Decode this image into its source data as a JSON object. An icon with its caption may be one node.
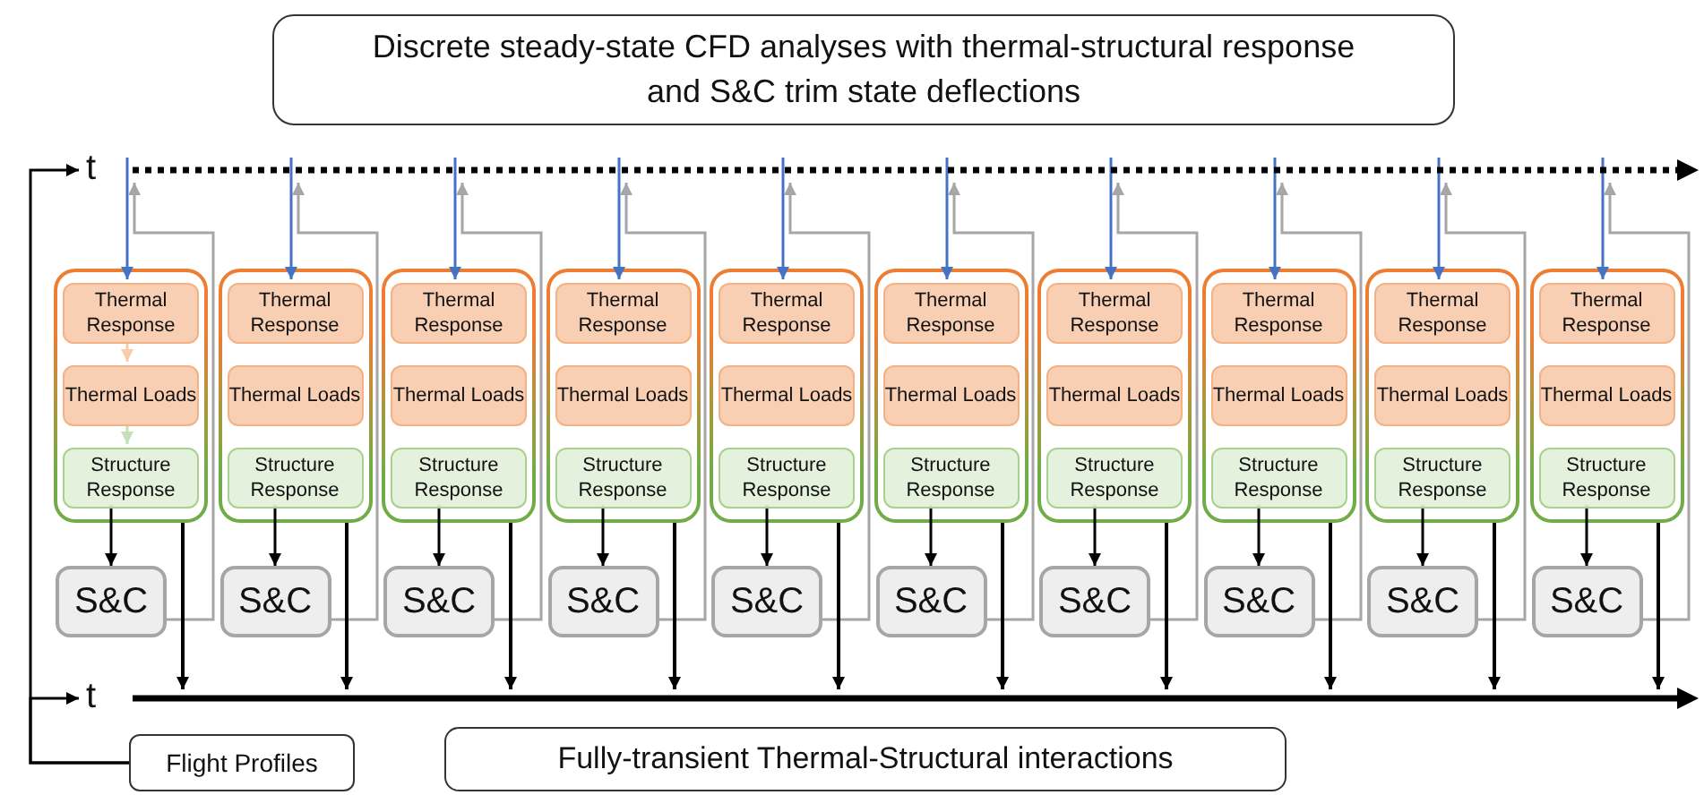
{
  "diagram": {
    "nodes": [
      {
        "text": [
          "Discrete steady-state CFD analyses with thermal-structural response and S&C trim state deflections"
        ]
      },
      {
        "text": [],
        "shape": "bar",
        "beside": [
          "t"
        ]
      },
      {
        "text": [],
        "shape": "box"
      },
      {
        "text": [
          "Thermal Response"
        ],
        "in": 2
      },
      {
        "text": [
          "Thermal Loads"
        ],
        "in": 2
      },
      {
        "text": [
          "Structure Response"
        ],
        "in": 2
      },
      {
        "text": [
          "S&C"
        ]
      },
      {
        "text": [],
        "shape": "box"
      },
      {
        "text": [
          "Thermal Response"
        ],
        "in": 7
      },
      {
        "text": [
          "Thermal Loads"
        ],
        "in": 7
      },
      {
        "text": [
          "Structure Response"
        ],
        "in": 7
      },
      {
        "text": [
          "S&C"
        ]
      },
      {
        "text": [],
        "shape": "box"
      },
      {
        "text": [
          "Thermal Response"
        ],
        "in": 12
      },
      {
        "text": [
          "Thermal Loads"
        ],
        "in": 12
      },
      {
        "text": [
          "Structure Response"
        ],
        "in": 12
      },
      {
        "text": [
          "S&C"
        ]
      },
      {
        "text": [],
        "shape": "box"
      },
      {
        "text": [
          "Thermal Response"
        ],
        "in": 17
      },
      {
        "text": [
          "Thermal Loads"
        ],
        "in": 17
      },
      {
        "text": [
          "Structure Response"
        ],
        "in": 17
      },
      {
        "text": [
          "S&C"
        ]
      },
      {
        "text": [],
        "shape": "box"
      },
      {
        "text": [
          "Thermal Response"
        ],
        "in": 22
      },
      {
        "text": [
          "Thermal Loads"
        ],
        "in": 22
      },
      {
        "text": [
          "Structure Response"
        ],
        "in": 22
      },
      {
        "text": [
          "S&C"
        ]
      },
      {
        "text": [],
        "shape": "box"
      },
      {
        "text": [
          "Thermal Response"
        ],
        "in": 27
      },
      {
        "text": [
          "Thermal Loads"
        ],
        "in": 27
      },
      {
        "text": [
          "Structure Response"
        ],
        "in": 27
      },
      {
        "text": [
          "S&C"
        ]
      },
      {
        "text": [],
        "shape": "box"
      },
      {
        "text": [
          "Thermal Response"
        ],
        "in": 32
      },
      {
        "text": [
          "Thermal Loads"
        ],
        "in": 32
      },
      {
        "text": [
          "Structure Response"
        ],
        "in": 32
      },
      {
        "text": [
          "S&C"
        ]
      },
      {
        "text": [],
        "shape": "box"
      },
      {
        "text": [
          "Thermal Response"
        ],
        "in": 37
      },
      {
        "text": [
          "Thermal Loads"
        ],
        "in": 37
      },
      {
        "text": [
          "Structure Response"
        ],
        "in": 37
      },
      {
        "text": [
          "S&C"
        ]
      },
      {
        "text": [],
        "shape": "box"
      },
      {
        "text": [
          "Thermal Response"
        ],
        "in": 42
      },
      {
        "text": [
          "Thermal Loads"
        ],
        "in": 42
      },
      {
        "text": [
          "Structure Response"
        ],
        "in": 42
      },
      {
        "text": [
          "S&C"
        ]
      },
      {
        "text": [],
        "shape": "box"
      },
      {
        "text": [
          "Thermal Response"
        ],
        "in": 47
      },
      {
        "text": [
          "Thermal Loads"
        ],
        "in": 47
      },
      {
        "text": [
          "Structure Response"
        ],
        "in": 47
      },
      {
        "text": [
          "S&C"
        ]
      },
      {
        "text": [],
        "shape": "bar",
        "beside": [
          "t"
        ]
      },
      {
        "text": [
          "Flight Profiles"
        ]
      },
      {
        "text": [
          "Fully-transient Thermal-Structural interactions"
        ]
      }
    ],
    "edges": [
      {
        "from": 1,
        "to": 3,
        "arrow": "to",
        "color": "#4472c4"
      },
      {
        "from": 6,
        "to": 1,
        "arrow": "to",
        "color": "#a6a6a6"
      },
      {
        "from": 3,
        "to": 4,
        "arrow": "to",
        "color": "#f8cbad"
      },
      {
        "from": 4,
        "to": 5,
        "arrow": "to",
        "color": "#c5e0b4"
      },
      {
        "from": 5,
        "to": 6,
        "arrow": "to"
      },
      {
        "from": 2,
        "to": 52,
        "arrow": "to"
      },
      {
        "from": 1,
        "to": 8,
        "arrow": "to",
        "color": "#4472c4"
      },
      {
        "from": 11,
        "to": 1,
        "arrow": "to",
        "color": "#a6a6a6"
      },
      {
        "from": 10,
        "to": 11,
        "arrow": "to"
      },
      {
        "from": 7,
        "to": 52,
        "arrow": "to"
      },
      {
        "from": 1,
        "to": 13,
        "arrow": "to",
        "color": "#4472c4"
      },
      {
        "from": 16,
        "to": 1,
        "arrow": "to",
        "color": "#a6a6a6"
      },
      {
        "from": 15,
        "to": 16,
        "arrow": "to"
      },
      {
        "from": 12,
        "to": 52,
        "arrow": "to"
      },
      {
        "from": 1,
        "to": 18,
        "arrow": "to",
        "color": "#4472c4"
      },
      {
        "from": 21,
        "to": 1,
        "arrow": "to",
        "color": "#a6a6a6"
      },
      {
        "from": 20,
        "to": 21,
        "arrow": "to"
      },
      {
        "from": 17,
        "to": 52,
        "arrow": "to"
      },
      {
        "from": 1,
        "to": 23,
        "arrow": "to",
        "color": "#4472c4"
      },
      {
        "from": 26,
        "to": 1,
        "arrow": "to",
        "color": "#a6a6a6"
      },
      {
        "from": 25,
        "to": 26,
        "arrow": "to"
      },
      {
        "from": 22,
        "to": 52,
        "arrow": "to"
      },
      {
        "from": 1,
        "to": 28,
        "arrow": "to",
        "color": "#4472c4"
      },
      {
        "from": 31,
        "to": 1,
        "arrow": "to",
        "color": "#a6a6a6"
      },
      {
        "from": 30,
        "to": 31,
        "arrow": "to"
      },
      {
        "from": 27,
        "to": 52,
        "arrow": "to"
      },
      {
        "from": 1,
        "to": 33,
        "arrow": "to",
        "color": "#4472c4"
      },
      {
        "from": 36,
        "to": 1,
        "arrow": "to",
        "color": "#a6a6a6"
      },
      {
        "from": 35,
        "to": 36,
        "arrow": "to"
      },
      {
        "from": 32,
        "to": 52,
        "arrow": "to"
      },
      {
        "from": 1,
        "to": 38,
        "arrow": "to",
        "color": "#4472c4"
      },
      {
        "from": 41,
        "to": 1,
        "arrow": "to",
        "color": "#a6a6a6"
      },
      {
        "from": 40,
        "to": 41,
        "arrow": "to"
      },
      {
        "from": 37,
        "to": 52,
        "arrow": "to"
      },
      {
        "from": 1,
        "to": 43,
        "arrow": "to",
        "color": "#4472c4"
      },
      {
        "from": 46,
        "to": 1,
        "arrow": "to",
        "color": "#a6a6a6"
      },
      {
        "from": 45,
        "to": 46,
        "arrow": "to"
      },
      {
        "from": 42,
        "to": 52,
        "arrow": "to"
      },
      {
        "from": 1,
        "to": 48,
        "arrow": "to",
        "color": "#4472c4"
      },
      {
        "from": 51,
        "to": 1,
        "arrow": "to",
        "color": "#a6a6a6"
      },
      {
        "from": 50,
        "to": 51,
        "arrow": "to"
      },
      {
        "from": 47,
        "to": 52,
        "arrow": "to"
      },
      {
        "from": 53,
        "to": 1,
        "arrow": "to"
      },
      {
        "from": 53,
        "to": 52,
        "arrow": "to"
      }
    ]
  }
}
